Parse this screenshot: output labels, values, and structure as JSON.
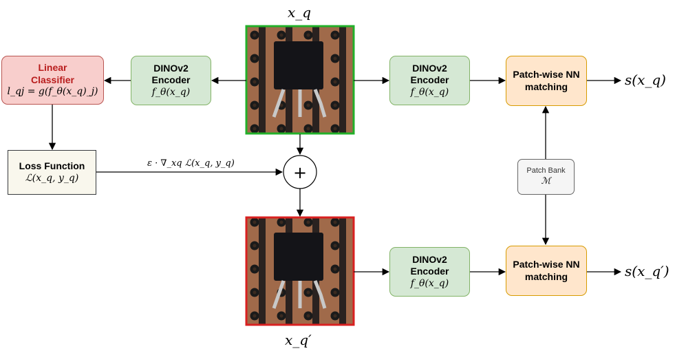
{
  "query_label": "x_q",
  "adversarial_label": "x_q′",
  "encoder_left": {
    "title": "DINOv2",
    "title2": "Encoder",
    "formula": "f_θ(x_q)"
  },
  "encoder_top": {
    "title": "DINOv2",
    "title2": "Encoder",
    "formula": "f_θ(x_q)"
  },
  "encoder_bottom": {
    "title": "DINOv2",
    "title2": "Encoder",
    "formula": "f_θ(x_q)"
  },
  "classifier": {
    "title": "Linear",
    "title2": "Classifier",
    "formula": "l_qj = g(f_θ(x_q)_j)"
  },
  "loss": {
    "title": "Loss Function",
    "formula": "ℒ(x_q, y_q)"
  },
  "gradient_label": "ε · ∇_xq ℒ(x_q, y_q)",
  "plus_symbol": "+",
  "matching_top": {
    "title": "Patch-wise NN",
    "title2": "matching"
  },
  "matching_bottom": {
    "title": "Patch-wise NN",
    "title2": "matching"
  },
  "patch_bank": {
    "title": "Patch Bank",
    "formula": "ℳ"
  },
  "score_top": "s(x_q)",
  "score_bottom": "s(x_q′)",
  "colors": {
    "query_border": "#22b02a",
    "adversarial_border": "#d92020",
    "encoder_fill": "#d5e8d4",
    "classifier_fill": "#f8cecc",
    "matching_fill": "#ffe6cc"
  }
}
